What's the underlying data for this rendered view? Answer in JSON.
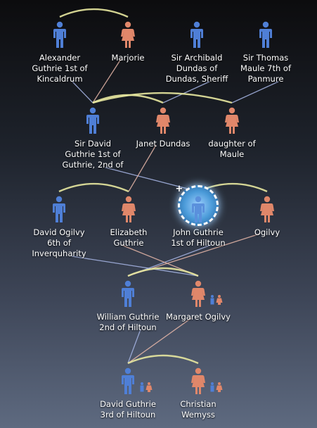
{
  "colors": {
    "male": "#4f7fd6",
    "female": "#e0876a",
    "arc": "#e8e8a0",
    "line_male": "#a9b8e8",
    "line_female": "#e8b8a9",
    "selected": "#7cc0ff"
  },
  "icons": {
    "male": "male-person-icon",
    "female": "female-person-icon",
    "children": "children-icon",
    "expand": "plus-icon"
  },
  "expand_symbol": "+",
  "people": [
    {
      "id": "alexander",
      "name": "Alexander Guthrie 1st of Kincaldrum",
      "lines": [
        "Alexander",
        "Guthrie 1st of",
        "Kincaldrum"
      ],
      "sex": "male"
    },
    {
      "id": "marjorie",
      "name": "Marjorie",
      "lines": [
        "Marjorie"
      ],
      "sex": "female"
    },
    {
      "id": "archibald",
      "name": "Sir Archibald Dundas of Dundas, Sheriff",
      "lines": [
        "Sir Archibald",
        "Dundas of",
        "Dundas, Sheriff"
      ],
      "sex": "male"
    },
    {
      "id": "thomas",
      "name": "Sir Thomas Maule 7th of Panmure",
      "lines": [
        "Sir Thomas",
        "Maule 7th of",
        "Panmure"
      ],
      "sex": "male"
    },
    {
      "id": "david1",
      "name": "Sir David Guthrie 1st of Guthrie, 2nd of",
      "lines": [
        "Sir David",
        "Guthrie 1st of",
        "Guthrie, 2nd of"
      ],
      "sex": "male"
    },
    {
      "id": "janet",
      "name": "Janet Dundas",
      "lines": [
        "Janet Dundas"
      ],
      "sex": "female"
    },
    {
      "id": "maule",
      "name": "daughter of Maule",
      "lines": [
        "daughter of",
        "Maule"
      ],
      "sex": "female"
    },
    {
      "id": "david_ogilvy",
      "name": "David Ogilvy 6th of Inverquharity",
      "lines": [
        "David Ogilvy",
        "6th of",
        "Inverquharity"
      ],
      "sex": "male"
    },
    {
      "id": "elizabeth",
      "name": "Elizabeth Guthrie",
      "lines": [
        "Elizabeth",
        "Guthrie"
      ],
      "sex": "female"
    },
    {
      "id": "john",
      "name": "John Guthrie 1st of Hiltoun",
      "lines": [
        "John Guthrie",
        "1st of Hiltoun"
      ],
      "sex": "male",
      "selected": true
    },
    {
      "id": "ogilvy",
      "name": "Ogilvy",
      "lines": [
        "Ogilvy"
      ],
      "sex": "female"
    },
    {
      "id": "william",
      "name": "William Guthrie 2nd of Hiltoun",
      "lines": [
        "William Guthrie",
        "2nd of Hiltoun"
      ],
      "sex": "male"
    },
    {
      "id": "margaret",
      "name": "Margaret Ogilvy",
      "lines": [
        "Margaret Ogilvy"
      ],
      "sex": "female",
      "has_children": true
    },
    {
      "id": "david3",
      "name": "David Guthrie 3rd of Hiltoun",
      "lines": [
        "David Guthrie",
        "3rd of Hiltoun"
      ],
      "sex": "male",
      "has_children": true
    },
    {
      "id": "christian",
      "name": "Christian Wemyss",
      "lines": [
        "Christian",
        "Wemyss"
      ],
      "sex": "female",
      "has_children": true
    }
  ]
}
